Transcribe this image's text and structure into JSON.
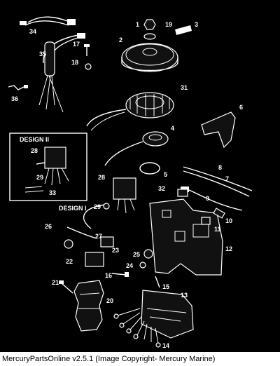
{
  "callouts": [
    {
      "id": "c1",
      "text": "1"
    },
    {
      "id": "c2",
      "text": "2"
    },
    {
      "id": "c3",
      "text": "3"
    },
    {
      "id": "c4",
      "text": "4"
    },
    {
      "id": "c5",
      "text": "5"
    },
    {
      "id": "c6",
      "text": "6"
    },
    {
      "id": "c7",
      "text": "7"
    },
    {
      "id": "c8",
      "text": "8"
    },
    {
      "id": "c9",
      "text": "9"
    },
    {
      "id": "c10",
      "text": "10"
    },
    {
      "id": "c11",
      "text": "11"
    },
    {
      "id": "c12",
      "text": "12"
    },
    {
      "id": "c13",
      "text": "13"
    },
    {
      "id": "c14",
      "text": "14"
    },
    {
      "id": "c15",
      "text": "15"
    },
    {
      "id": "c16",
      "text": "16"
    },
    {
      "id": "c17",
      "text": "17"
    },
    {
      "id": "c18",
      "text": "18"
    },
    {
      "id": "c19",
      "text": "19"
    },
    {
      "id": "c20",
      "text": "20"
    },
    {
      "id": "c21",
      "text": "21"
    },
    {
      "id": "c22",
      "text": "22"
    },
    {
      "id": "c23",
      "text": "23"
    },
    {
      "id": "c24",
      "text": "24"
    },
    {
      "id": "c25",
      "text": "25"
    },
    {
      "id": "c26",
      "text": "26"
    },
    {
      "id": "c27",
      "text": "27"
    },
    {
      "id": "c28",
      "text": "28"
    },
    {
      "id": "c28b",
      "text": "28"
    },
    {
      "id": "c29",
      "text": "29"
    },
    {
      "id": "c29b",
      "text": "29"
    },
    {
      "id": "c31",
      "text": "31"
    },
    {
      "id": "c32",
      "text": "32"
    },
    {
      "id": "c33",
      "text": "33"
    },
    {
      "id": "c34",
      "text": "34"
    },
    {
      "id": "c35",
      "text": "35"
    },
    {
      "id": "c36",
      "text": "36"
    }
  ],
  "labels": {
    "design_ii": "DESIGN II",
    "design_i": "DESIGN I"
  },
  "footer": "MercuryPartsOnline v2.5.1 (Image Copyright- Mercury Marine)",
  "colors": {
    "background": "#000000",
    "line_art": "#ffffff",
    "footer_bg": "#ffffff"
  }
}
